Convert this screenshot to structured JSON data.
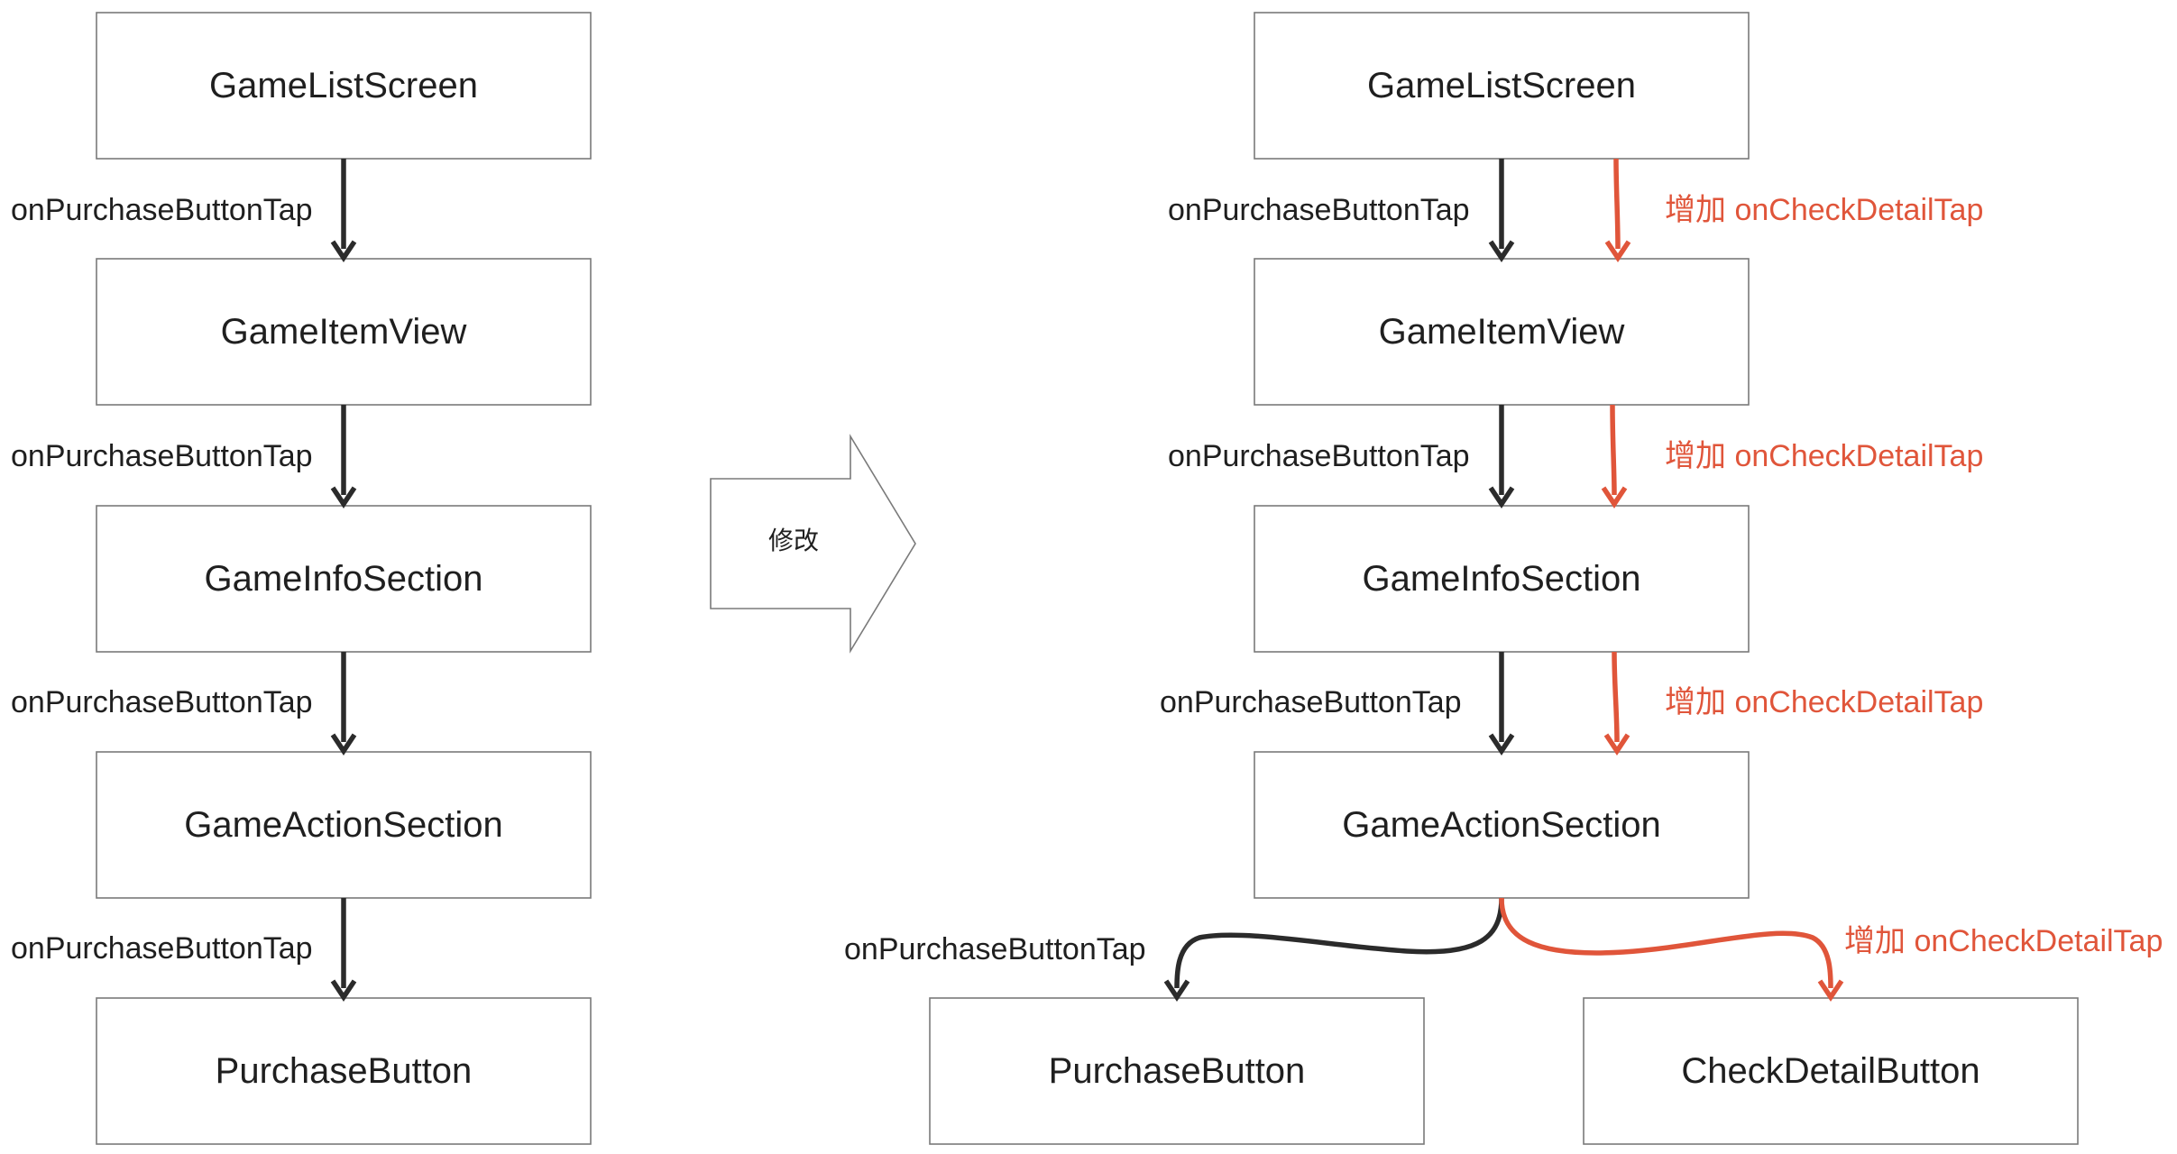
{
  "colors": {
    "black_edge": "#2b2b2b",
    "red_edge": "#e0553a",
    "red_text": "#e0553a",
    "box_border": "#7a7a7a"
  },
  "left": {
    "boxes": [
      "GameListScreen",
      "GameItemView",
      "GameInfoSection",
      "GameActionSection",
      "PurchaseButton"
    ],
    "edge_label": "onPurchaseButtonTap"
  },
  "transition": {
    "label": "修改"
  },
  "right": {
    "boxes": [
      "GameListScreen",
      "GameItemView",
      "GameInfoSection",
      "GameActionSection",
      "PurchaseButton",
      "CheckDetailButton"
    ],
    "black_edge_label": "onPurchaseButtonTap",
    "red_edge_label": "增加 onCheckDetailTap"
  }
}
